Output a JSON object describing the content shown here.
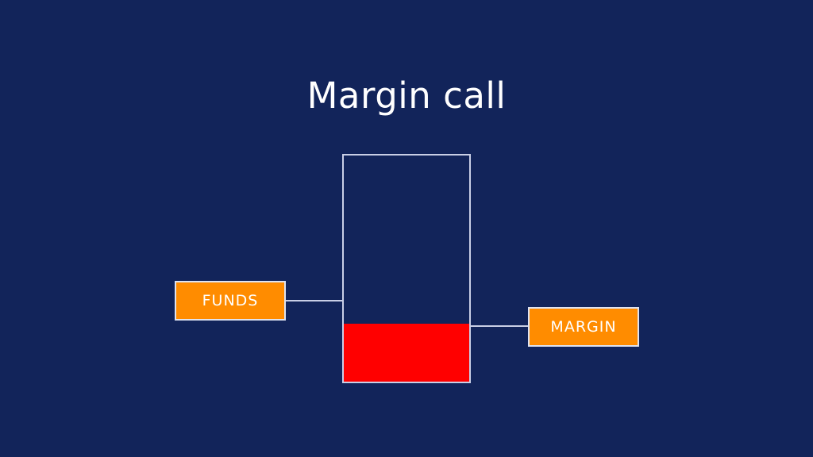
{
  "slide": {
    "title": "Margin call",
    "background_color": "#12245a",
    "accent_color": "#ff8c00",
    "alert_color": "#ff0000",
    "line_color": "#c9cfe6"
  },
  "diagram": {
    "type": "concept-diagram",
    "container": {
      "name": "account-container",
      "border_color": "#c9cfe6",
      "fill": "transparent"
    },
    "fill_segment": {
      "name": "margin-deficit",
      "color": "#ff0000",
      "fill_percent": 25
    },
    "callouts": [
      {
        "label": "FUNDS",
        "color": "#ff8c00",
        "text_color": "#ffffff",
        "position": "left"
      },
      {
        "label": "MARGIN",
        "color": "#ff8c00",
        "text_color": "#ffffff",
        "position": "right"
      }
    ],
    "connectors": [
      {
        "name": "funds-connector",
        "from": "callout-funds",
        "to": "account-container"
      },
      {
        "name": "margin-connector",
        "from": "account-container",
        "to": "callout-margin"
      }
    ]
  }
}
